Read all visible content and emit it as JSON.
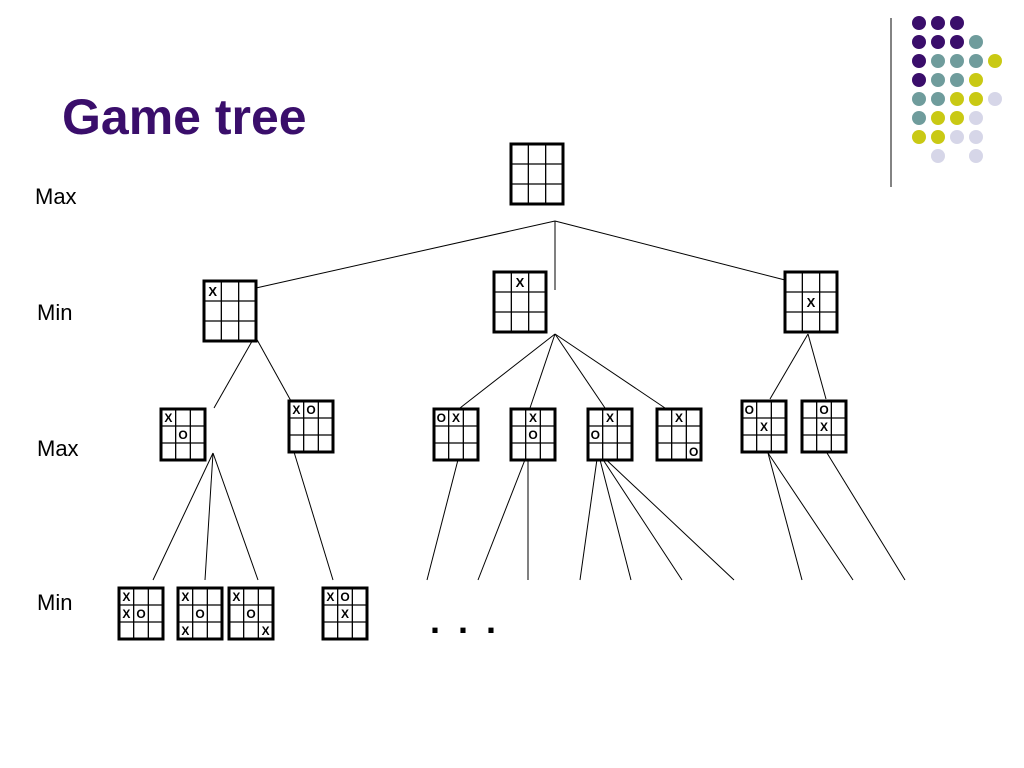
{
  "title": "Game tree",
  "level_labels": [
    "Max",
    "Min",
    "Max",
    "Min"
  ],
  "ellipsis": ". . .",
  "colors": {
    "title": "#3a0e6b",
    "dot_purple": "#3a0e6b",
    "dot_teal": "#6f9c9c",
    "dot_yellow": "#c9c914",
    "dot_lavender": "#d6d6e8",
    "divider": "#5a5a5a"
  },
  "boards": [
    {
      "id": "root",
      "cells": [
        "",
        "",
        "",
        "",
        "",
        "",
        "",
        "",
        ""
      ]
    },
    {
      "id": "m1",
      "cells": [
        "X",
        "",
        "",
        "",
        "",
        "",
        "",
        "",
        ""
      ]
    },
    {
      "id": "m2",
      "cells": [
        "",
        "X",
        "",
        "",
        "",
        "",
        "",
        "",
        ""
      ]
    },
    {
      "id": "m3",
      "cells": [
        "",
        "",
        "",
        "",
        "X",
        "",
        "",
        "",
        ""
      ]
    },
    {
      "id": "x1",
      "cells": [
        "X",
        "",
        "",
        "",
        "O",
        "",
        "",
        "",
        ""
      ]
    },
    {
      "id": "x2",
      "cells": [
        "X",
        "O",
        "",
        "",
        "",
        "",
        "",
        "",
        ""
      ]
    },
    {
      "id": "x3",
      "cells": [
        "O",
        "X",
        "",
        "",
        "",
        "",
        "",
        "",
        ""
      ]
    },
    {
      "id": "x4",
      "cells": [
        "",
        "X",
        "",
        "",
        "O",
        "",
        "",
        "",
        ""
      ]
    },
    {
      "id": "x5",
      "cells": [
        "",
        "X",
        "",
        "O",
        "",
        "",
        "",
        "",
        ""
      ]
    },
    {
      "id": "x6",
      "cells": [
        "",
        "X",
        "",
        "",
        "",
        "",
        "",
        "",
        "O"
      ]
    },
    {
      "id": "x7",
      "cells": [
        "O",
        "",
        "",
        "",
        "X",
        "",
        "",
        "",
        ""
      ]
    },
    {
      "id": "x8",
      "cells": [
        "",
        "O",
        "",
        "",
        "X",
        "",
        "",
        "",
        ""
      ]
    },
    {
      "id": "n1",
      "cells": [
        "X",
        "",
        "",
        "X",
        "O",
        "",
        "",
        "",
        ""
      ]
    },
    {
      "id": "n2",
      "cells": [
        "X",
        "",
        "",
        "",
        "O",
        "",
        "X",
        "",
        ""
      ]
    },
    {
      "id": "n3",
      "cells": [
        "X",
        "",
        "",
        "",
        "O",
        "",
        "",
        "",
        "X"
      ]
    },
    {
      "id": "n4",
      "cells": [
        "X",
        "O",
        "",
        "",
        "X",
        "",
        "",
        "",
        ""
      ]
    }
  ]
}
